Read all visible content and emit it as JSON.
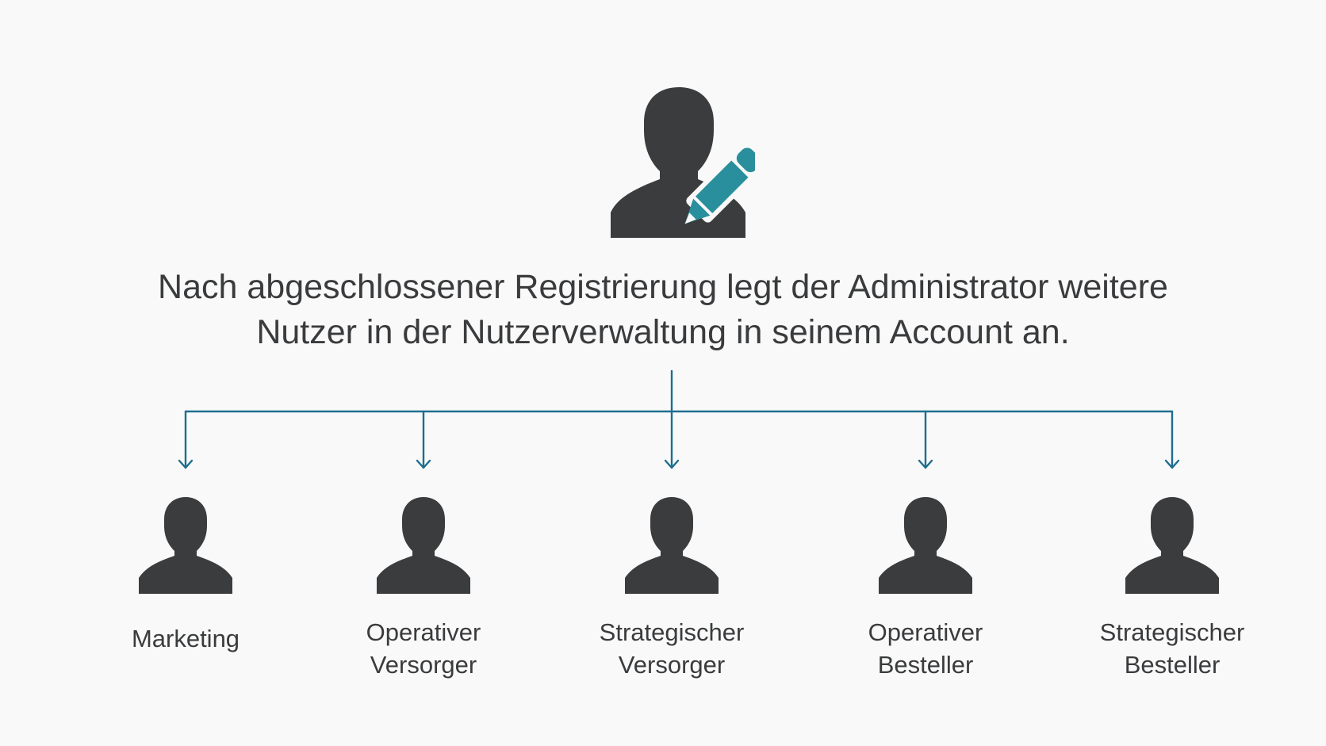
{
  "headline": {
    "line1": "Nach abgeschlossener Registrierung legt der Administrator weitere",
    "line2": "Nutzer in der Nutzerverwaltung in seinem Account an."
  },
  "admin": {
    "icon": "user-with-pencil-icon"
  },
  "roles": [
    {
      "line1": "Marketing",
      "line2": "",
      "icon": "user-icon"
    },
    {
      "line1": "Operativer",
      "line2": "Versorger",
      "icon": "user-icon"
    },
    {
      "line1": "Strategischer",
      "line2": "Versorger",
      "icon": "user-icon"
    },
    {
      "line1": "Operativer",
      "line2": "Besteller",
      "icon": "user-icon"
    },
    {
      "line1": "Strategischer",
      "line2": "Besteller",
      "icon": "user-icon"
    }
  ],
  "colors": {
    "background": "#f9f9f9",
    "icon": "#3b3c3e",
    "accent": "#2a8f9c",
    "connector": "#1d6e8f",
    "text": "#3a3b3d"
  }
}
